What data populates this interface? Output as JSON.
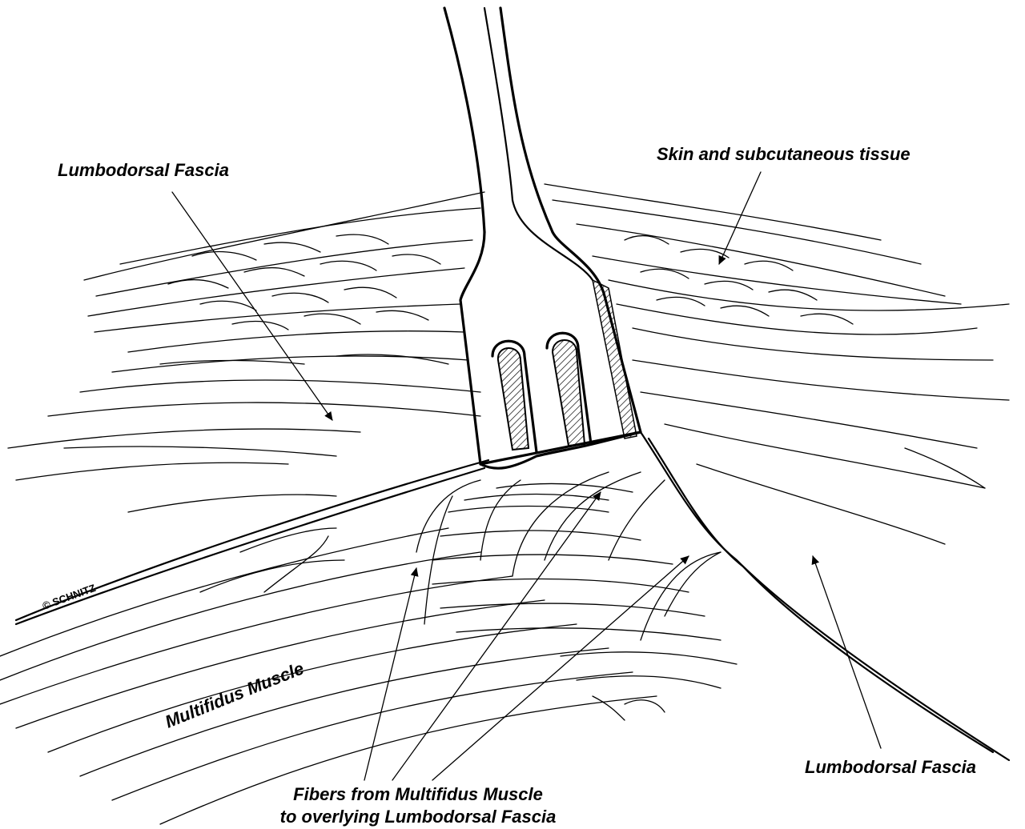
{
  "labels": {
    "lumbodorsal_fascia_left": "Lumbodorsal Fascia",
    "skin_subcutaneous": "Skin and subcutaneous tissue",
    "multifidus_muscle": "Multifidus Muscle",
    "lumbodorsal_fascia_right": "Lumbodorsal Fascia",
    "fibers_line1": "Fibers from Multifidus Muscle",
    "fibers_line2": "to overlying Lumbodorsal Fascia",
    "copyright": "© SCHNITZ"
  },
  "colors": {
    "ink": "#000000",
    "background": "#ffffff"
  }
}
